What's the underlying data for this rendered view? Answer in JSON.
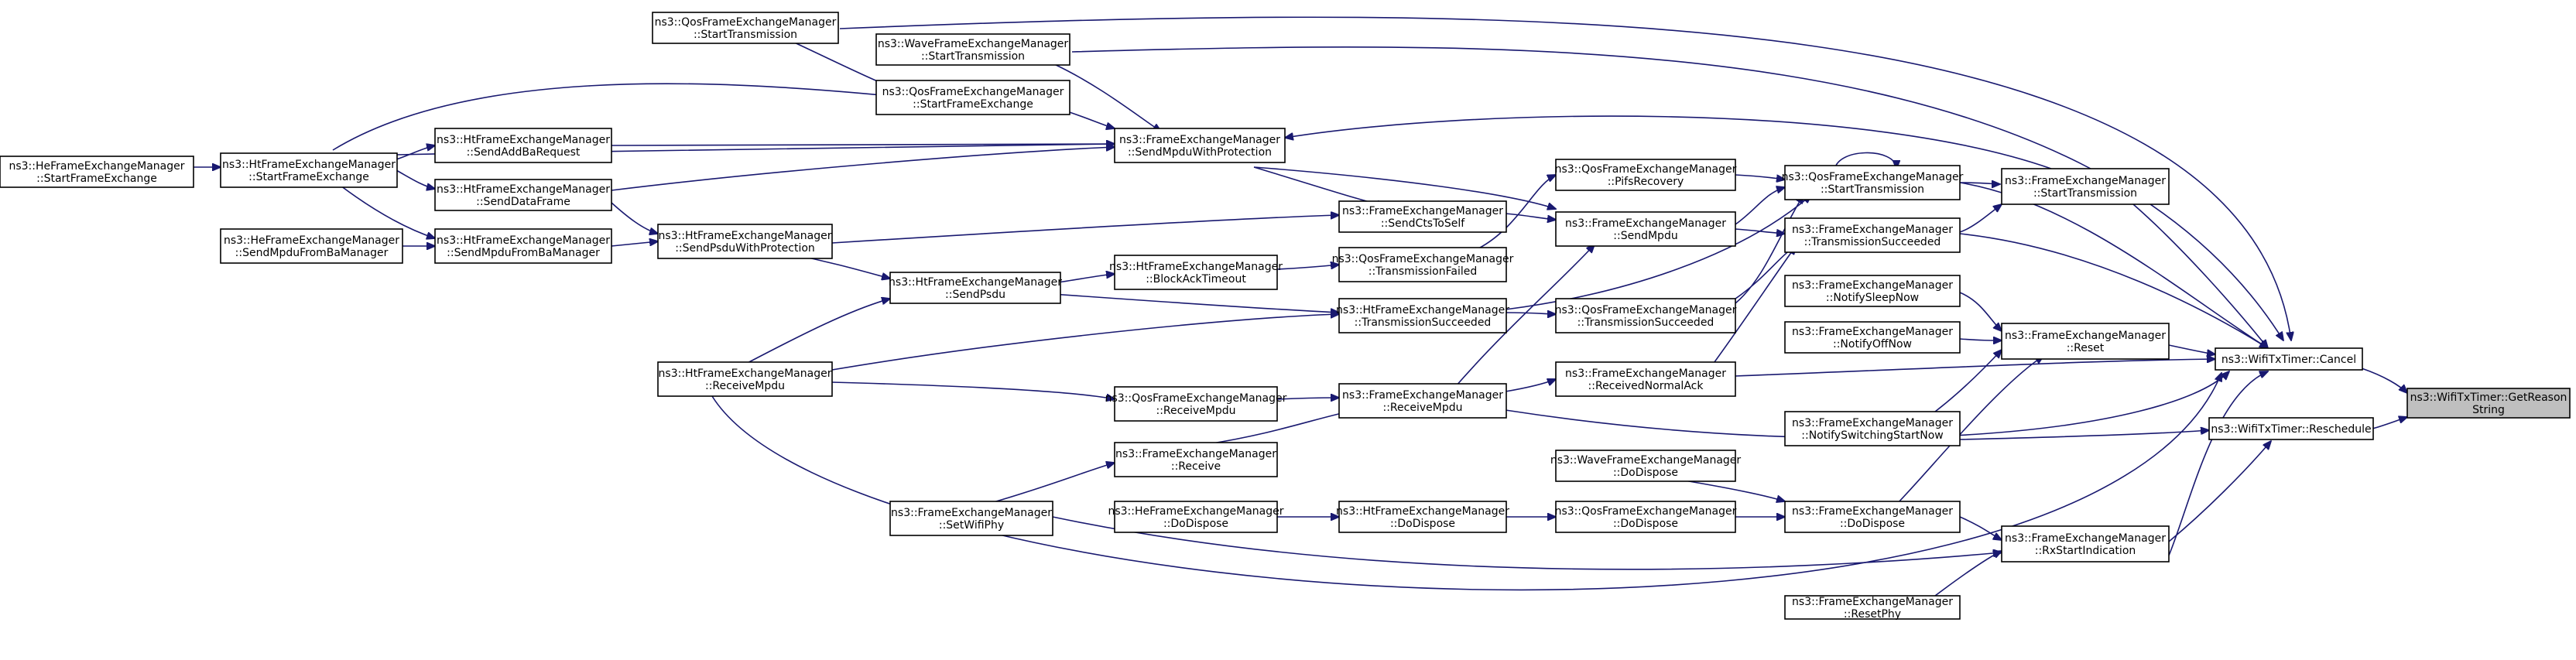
{
  "nodes": {
    "n1": [
      "ns3::WifiTxTimer::GetReason",
      "String"
    ],
    "n2": [
      "ns3::WifiTxTimer::Cancel"
    ],
    "n3": [
      "ns3::WifiTxTimer::Reschedule"
    ],
    "n4": [
      "ns3::FrameExchangeManager",
      "::StartTransmission"
    ],
    "n5": [
      "ns3::FrameExchangeManager",
      "::Reset"
    ],
    "n6": [
      "ns3::FrameExchangeManager",
      "::DoDispose"
    ],
    "n7": [
      "ns3::FrameExchangeManager",
      "::RxStartIndication"
    ],
    "n8": [
      "ns3::QosFrameExchangeManager",
      "::StartTransmission"
    ],
    "n9": [
      "ns3::FrameExchangeManager",
      "::TransmissionSucceeded"
    ],
    "n10": [
      "ns3::FrameExchangeManager",
      "::NotifySleepNow"
    ],
    "n11": [
      "ns3::FrameExchangeManager",
      "::NotifyOffNow"
    ],
    "n12": [
      "ns3::FrameExchangeManager",
      "::NotifySwitchingStartNow"
    ],
    "n13": [
      "ns3::FrameExchangeManager",
      "::ResetPhy"
    ],
    "n14": [
      "ns3::QosFrameExchangeManager",
      "::PifsRecovery"
    ],
    "n15": [
      "ns3::FrameExchangeManager",
      "::SendMpdu"
    ],
    "n16": [
      "ns3::QosFrameExchangeManager",
      "::TransmissionSucceeded"
    ],
    "n17": [
      "ns3::FrameExchangeManager",
      "::ReceivedNormalAck"
    ],
    "n18": [
      "ns3::WaveFrameExchangeManager",
      "::DoDispose"
    ],
    "n19": [
      "ns3::QosFrameExchangeManager",
      "::DoDispose"
    ],
    "n20": [
      "ns3::FrameExchangeManager",
      "::SendCtsToSelf"
    ],
    "n21": [
      "ns3::QosFrameExchangeManager",
      "::TransmissionFailed"
    ],
    "n22": [
      "ns3::HtFrameExchangeManager",
      "::TransmissionSucceeded"
    ],
    "n23": [
      "ns3::FrameExchangeManager",
      "::ReceiveMpdu"
    ],
    "n24": [
      "ns3::HtFrameExchangeManager",
      "::DoDispose"
    ],
    "n25": [
      "ns3::FrameExchangeManager",
      "::SendMpduWithProtection"
    ],
    "n26": [
      "ns3::HtFrameExchangeManager",
      "::BlockAckTimeout"
    ],
    "n27": [
      "ns3::QosFrameExchangeManager",
      "::ReceiveMpdu"
    ],
    "n28": [
      "ns3::FrameExchangeManager",
      "::Receive"
    ],
    "n29": [
      "ns3::HeFrameExchangeManager",
      "::DoDispose"
    ],
    "n30": [
      "ns3::WaveFrameExchangeManager",
      "::StartTransmission"
    ],
    "n31": [
      "ns3::QosFrameExchangeManager",
      "::StartFrameExchange"
    ],
    "n32": [
      "ns3::HtFrameExchangeManager",
      "::SendPsdu"
    ],
    "n33": [
      "ns3::FrameExchangeManager",
      "::SetWifiPhy"
    ],
    "n34": [
      "ns3::QosFrameExchangeManager",
      "::StartTransmission"
    ],
    "n35": [
      "ns3::HtFrameExchangeManager",
      "::SendPsduWithProtection"
    ],
    "n36": [
      "ns3::HtFrameExchangeManager",
      "::ReceiveMpdu"
    ],
    "n37": [
      "ns3::HtFrameExchangeManager",
      "::SendAddBaRequest"
    ],
    "n38": [
      "ns3::HtFrameExchangeManager",
      "::SendDataFrame"
    ],
    "n39": [
      "ns3::HtFrameExchangeManager",
      "::SendMpduFromBaManager"
    ],
    "n40": [
      "ns3::HtFrameExchangeManager",
      "::StartFrameExchange"
    ],
    "n41": [
      "ns3::HeFrameExchangeManager",
      "::SendMpduFromBaManager"
    ],
    "n42": [
      "ns3::HeFrameExchangeManager",
      "::StartFrameExchange"
    ]
  }
}
